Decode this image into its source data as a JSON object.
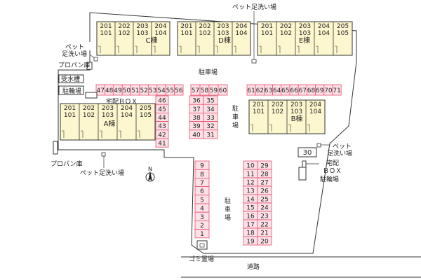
{
  "labels": {
    "pet_wash": "ペット足洗い場",
    "pet_wash_top": "ペット足洗い場",
    "pet_wash_left_l1": "ペット",
    "pet_wash_left_l2": "足洗い場",
    "pet_wash_right_l1": "ペット",
    "pet_wash_right_l2": "足洗い場",
    "pet_wash_bottom": "ペット足洗い場",
    "propane_top": "プロパン庫",
    "propane_bottom": "プロパン庫",
    "water_tank": "受水槽",
    "bike_parking_left": "駐輪場",
    "bike_parking_right": "駐輪場",
    "delivery_box_left": "宅配ＢＯＸ",
    "delivery_box_right_l1": "宅配",
    "delivery_box_right_l2": "ＢＯＸ",
    "parking_main": "駐車場",
    "parking_mid": "駐車場",
    "parking_south": "駐車場",
    "garbage": "ゴミ置場",
    "road": "道路",
    "north": "N"
  },
  "buildings": {
    "C": {
      "name": "C棟",
      "upper": [
        "201",
        "202",
        "203",
        "204"
      ],
      "lower": [
        "101",
        "102",
        "103",
        "104"
      ]
    },
    "D": {
      "name": "D棟",
      "upper": [
        "201",
        "202",
        "203",
        "204"
      ],
      "lower": [
        "101",
        "102",
        "103",
        "104"
      ]
    },
    "E": {
      "name": "E棟",
      "upper": [
        "201",
        "202",
        "203",
        "204",
        "205"
      ],
      "lower": [
        "101",
        "102",
        "103",
        "104",
        "105"
      ]
    },
    "A": {
      "name": "A棟",
      "upper": [
        "201",
        "202",
        "203",
        "204",
        "205"
      ],
      "lower": [
        "101",
        "102",
        "103",
        "104",
        "105"
      ]
    },
    "B": {
      "name": "B棟",
      "upper": [
        "201",
        "202",
        "203",
        "204"
      ],
      "lower": [
        "101",
        "102",
        "103",
        "104"
      ]
    }
  },
  "parking": {
    "row_47_56": [
      "47",
      "48",
      "49",
      "50",
      "51",
      "52",
      "53",
      "54",
      "55",
      "56"
    ],
    "row_57_60": [
      "57",
      "58",
      "59",
      "60"
    ],
    "row_61_71": [
      "61",
      "62",
      "63",
      "64",
      "65",
      "66",
      "67",
      "68",
      "69",
      "70",
      "71"
    ],
    "col_46_41": [
      "46",
      "45",
      "44",
      "43",
      "42",
      "41"
    ],
    "pairs_36_31": [
      [
        "36",
        "35"
      ],
      [
        "37",
        "34"
      ],
      [
        "38",
        "33"
      ],
      [
        "39",
        "32"
      ],
      [
        "40",
        "31"
      ]
    ],
    "col_9_1": [
      "9",
      "8",
      "7",
      "6",
      "5",
      "4",
      "3",
      "2",
      "1"
    ],
    "pairs_10_20": [
      [
        "10",
        "29"
      ],
      [
        "11",
        "28"
      ],
      [
        "12",
        "27"
      ],
      [
        "13",
        "26"
      ],
      [
        "14",
        "25"
      ],
      [
        "15",
        "24"
      ],
      [
        "16",
        "23"
      ],
      [
        "17",
        "22"
      ],
      [
        "18",
        "21"
      ],
      [
        "19",
        "20"
      ]
    ],
    "single_30": "30"
  },
  "colors": {
    "building_fill": "#fdf7cf",
    "parking_fill": "#fde1e7",
    "parking_stroke": "#e8506e",
    "line": "#333333"
  }
}
